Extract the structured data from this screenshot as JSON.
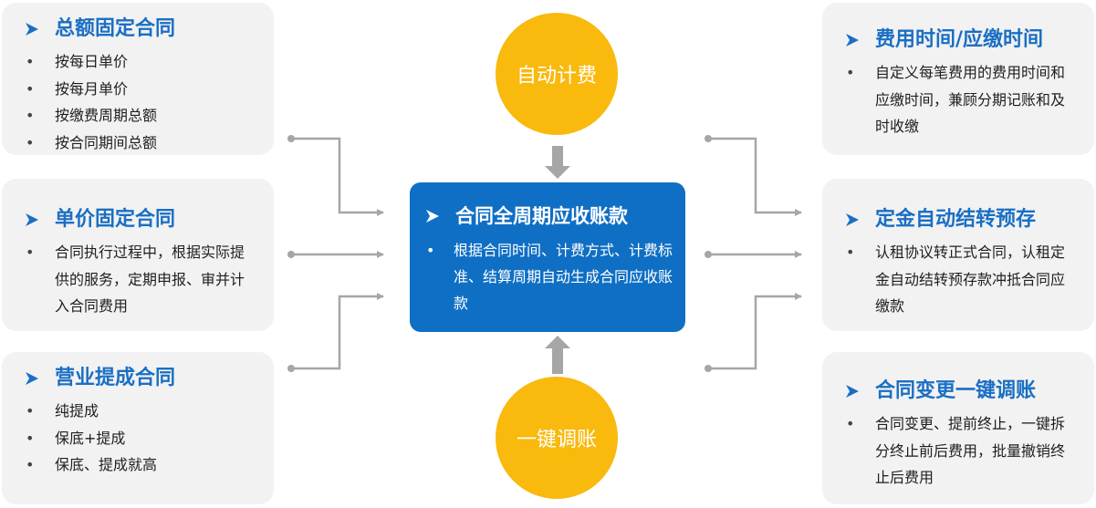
{
  "left_cards": [
    {
      "title": "总额固定合同",
      "items": [
        "按每日单价",
        "按每月单价",
        "按缴费周期总额",
        "按合同期间总额"
      ]
    },
    {
      "title": "单价固定合同",
      "items": [
        "合同执行过程中，根据实际提供的服务，定期申报、审并计入合同费用"
      ]
    },
    {
      "title": "营业提成合同",
      "items": [
        "纯提成",
        "保底+提成",
        "保底、提成就高"
      ]
    }
  ],
  "right_cards": [
    {
      "title": "费用时间/应缴时间",
      "items": [
        "自定义每笔费用的费用时间和应缴时间，兼顾分期记账和及时收缴"
      ]
    },
    {
      "title": "定金自动结转预存",
      "items": [
        "认租协议转正式合同，认租定金自动结转预存款冲抵合同应缴款"
      ]
    },
    {
      "title": "合同变更一键调账",
      "items": [
        "合同变更、提前终止，一键拆分终止前后费用，批量撤销终止后费用"
      ]
    }
  ],
  "center": {
    "title": "合同全周期应收账款",
    "items": [
      "根据合同时间、计费方式、计费标准、结算周期自动生成合同应收账款"
    ]
  },
  "top_circle": "自动计费",
  "bottom_circle": "一键调账",
  "colors": {
    "accent": "#1a6fc4",
    "center_box": "#0f6fc4",
    "circle": "#f9b90d",
    "card_bg": "#f2f2f2",
    "connector": "#a6a6a6"
  }
}
